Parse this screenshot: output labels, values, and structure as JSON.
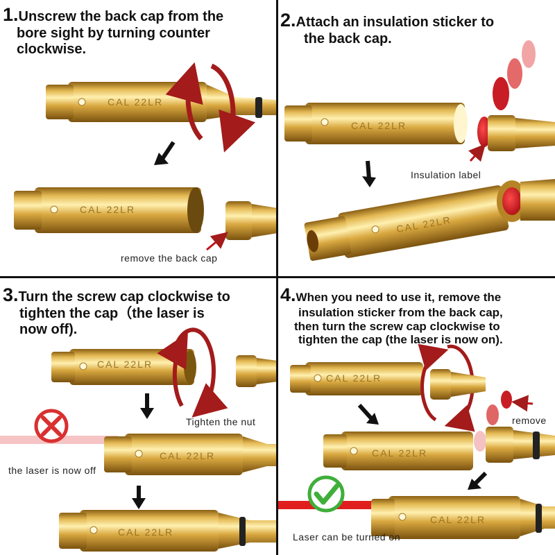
{
  "panels": [
    {
      "number": "1.",
      "text_lines": [
        "Unscrew the back cap from the",
        "bore sight by turning counter",
        "clockwise."
      ],
      "caption": "remove the back cap",
      "engraving": "CAL  22LR"
    },
    {
      "number": "2.",
      "text_lines": [
        "Attach an insulation sticker to",
        "the back cap."
      ],
      "caption": "Insulation label",
      "engraving": "CAL  22LR"
    },
    {
      "number": "3.",
      "text_lines": [
        "Turn the screw cap clockwise to",
        "tighten the cap（the laser is",
        "now off)."
      ],
      "caption_nut": "Tighten the nut",
      "caption_off": "the laser is now off",
      "engraving": "CAL  22LR"
    },
    {
      "number": "4.",
      "text_lines": [
        "When you need to use it, remove the",
        "insulation sticker from the back cap,",
        "then turn the screw cap clockwise to",
        "tighten the cap (the laser is now on)."
      ],
      "caption_remove": "remove",
      "caption_on": "Laser can be turned on",
      "engraving": "CAL  22LR"
    }
  ],
  "colors": {
    "brass_light": "#f3d67a",
    "brass_mid": "#d4a43c",
    "brass_dark": "#9c6f1c",
    "red_arrow": "#a31b1b",
    "sticker_red": "#d2232a",
    "laser_red": "#e01e1e",
    "check_green": "#3fae3a",
    "cross_red": "#d93030"
  }
}
